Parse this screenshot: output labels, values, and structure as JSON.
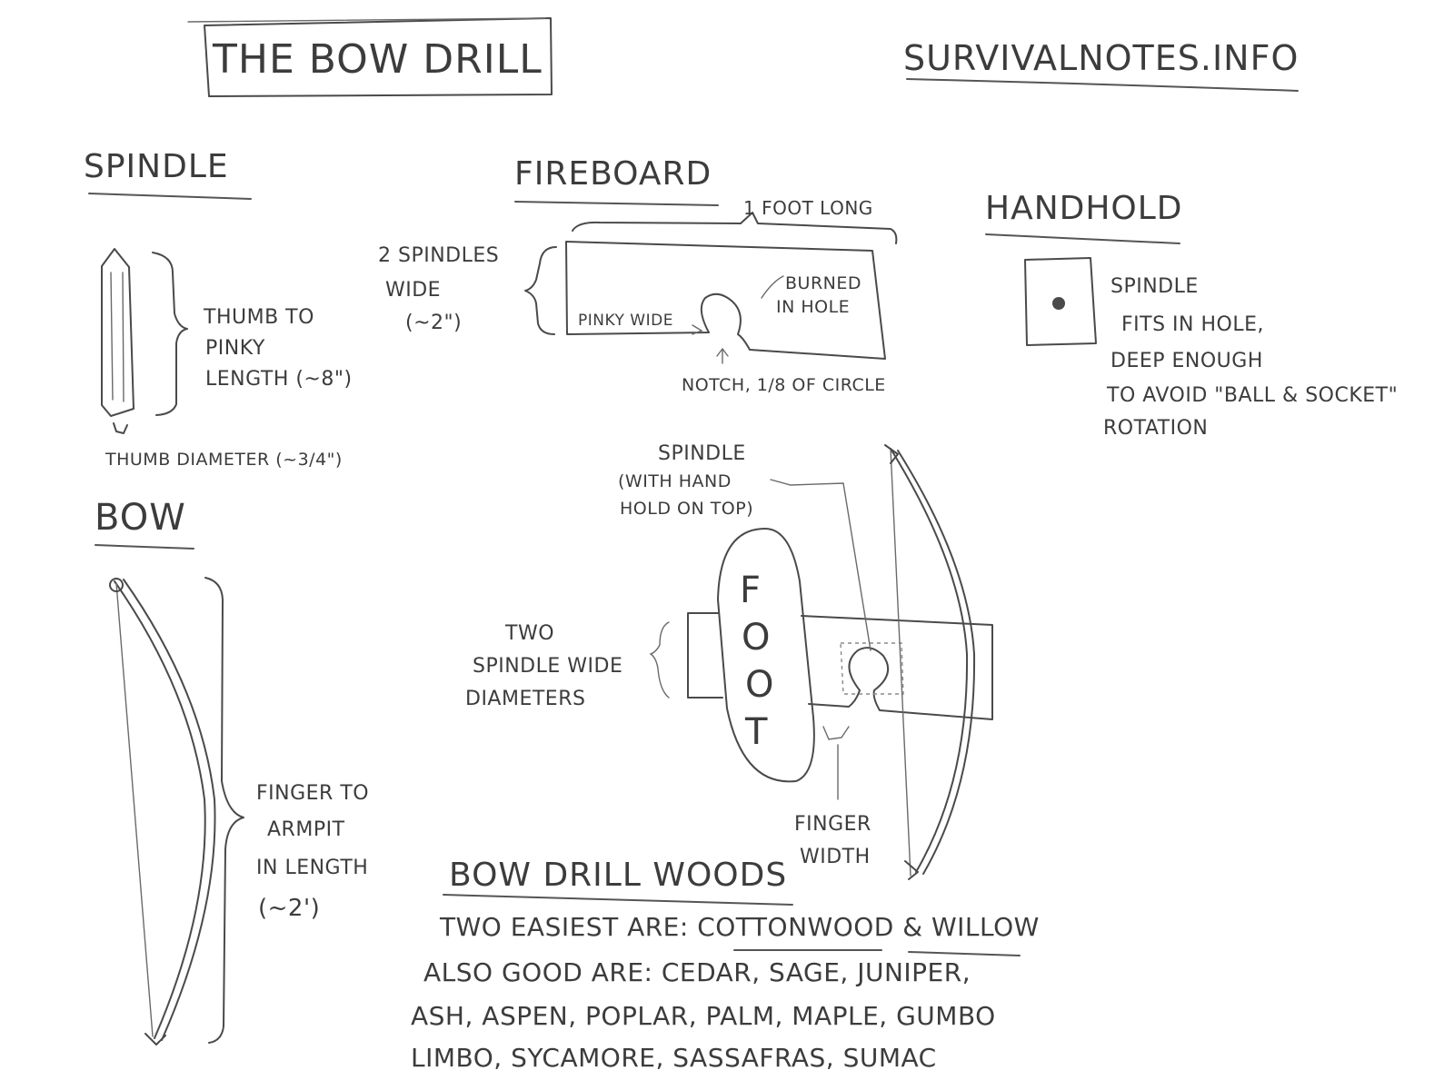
{
  "title": "THE BOW DRILL",
  "website": "SURVIVALNOTES.INFO",
  "spindle": {
    "heading": "SPINDLE",
    "length_line1": "THUMB TO",
    "length_line2": "PINKY",
    "length_line3": "LENGTH (~8\")",
    "diameter": "THUMB DIAMETER (~3/4\")"
  },
  "fireboard": {
    "heading": "FIREBOARD",
    "length": "1 FOOT LONG",
    "width_line1": "2 SPINDLES",
    "width_line2": "WIDE",
    "width_line3": "(~2\")",
    "hole_line1": "BURNED",
    "hole_line2": "IN HOLE",
    "pinky": "PINKY WIDE",
    "notch": "NOTCH, 1/8 OF CIRCLE"
  },
  "handhold": {
    "heading": "HANDHOLD",
    "note_line1": "SPINDLE",
    "note_line2": "FITS IN HOLE,",
    "note_line3": "DEEP ENOUGH",
    "note_line4": "TO AVOID \"BALL & SOCKET\"",
    "note_line5": "ROTATION"
  },
  "bow": {
    "heading": "BOW",
    "length_line1": "FINGER TO",
    "length_line2": "ARMPIT",
    "length_line3": "IN LENGTH",
    "length_line4": "(~2')"
  },
  "assembly": {
    "spindle_line1": "SPINDLE",
    "spindle_line2": "(WITH HAND",
    "spindle_line3": "HOLD ON TOP)",
    "foot": [
      "F",
      "O",
      "O",
      "T"
    ],
    "width_line1": "TWO",
    "width_line2": "SPINDLE WIDE",
    "width_line3": "DIAMETERS",
    "finger_line1": "FINGER",
    "finger_line2": "WIDTH"
  },
  "woods": {
    "heading": "BOW DRILL WOODS",
    "easiest_prefix": "TWO EASIEST ARE: ",
    "easiest_1": "COTTONWOOD",
    "easiest_join": " & ",
    "easiest_2": "WILLOW",
    "line2": "ALSO GOOD ARE: CEDAR, SAGE, JUNIPER,",
    "line3": "ASH, ASPEN, POPLAR, PALM, MAPLE, GUMBO",
    "line4": "LIMBO, SYCAMORE, SASSAFRAS, SUMAC"
  }
}
